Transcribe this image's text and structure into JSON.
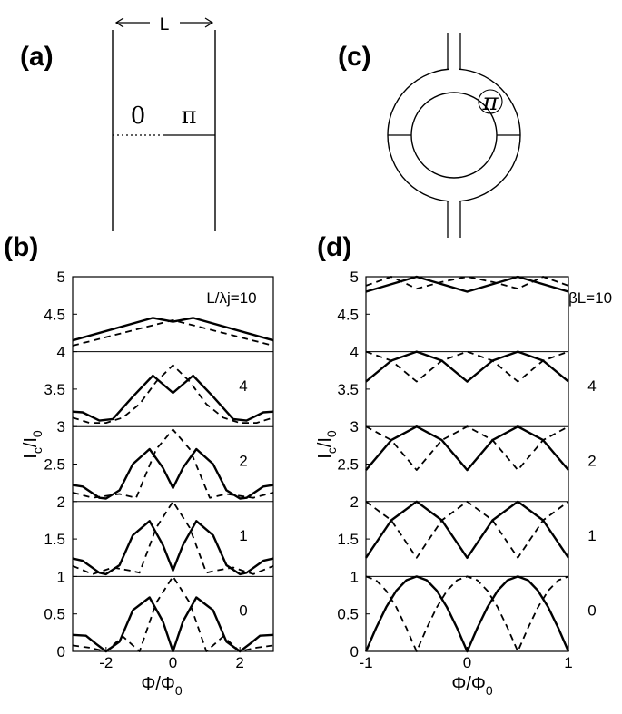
{
  "panel_labels": {
    "a": "(a)",
    "b": "(b)",
    "c": "(c)",
    "d": "(d)"
  },
  "diagram_a": {
    "length_label": "L",
    "zero_label": "0",
    "pi_label": "π"
  },
  "diagram_c": {
    "pi_label": "π"
  },
  "colors": {
    "line": "#000000",
    "background": "#ffffff"
  },
  "chart_data": [
    {
      "type": "line",
      "panel": "(b)",
      "xlabel": "Φ/Φ0",
      "ylabel": "Ic/I0",
      "xlim": [
        -3,
        3
      ],
      "ylim": [
        0,
        5
      ],
      "xticks": [
        "-2",
        "0",
        "2"
      ],
      "yticks": [
        "0",
        "0.5",
        "1",
        "1.5",
        "2",
        "2.5",
        "3",
        "3.5",
        "4",
        "4.5",
        "5"
      ],
      "subplots": [
        {
          "label": "L/λj=10",
          "offset": 4,
          "solid": {
            "x": [
              -3,
              -0.6,
              0,
              0.6,
              3
            ],
            "y": [
              0.15,
              0.45,
              0.4,
              0.45,
              0.15
            ]
          },
          "dashed": {
            "x": [
              -3,
              0,
              3
            ],
            "y": [
              0.08,
              0.42,
              0.08
            ]
          }
        },
        {
          "label": "4",
          "offset": 3,
          "solid": {
            "x": [
              -3,
              -2.7,
              -2.2,
              -1.8,
              -1.2,
              -0.6,
              0,
              0.6,
              1.2,
              1.8,
              2.2,
              2.7,
              3
            ],
            "y": [
              0.2,
              0.19,
              0.08,
              0.1,
              0.4,
              0.68,
              0.45,
              0.68,
              0.4,
              0.1,
              0.08,
              0.19,
              0.2
            ]
          },
          "dashed": {
            "x": [
              -3,
              -2.5,
              -2,
              -1.5,
              -1,
              -0.5,
              0,
              0.5,
              1,
              1.5,
              2,
              2.5,
              3
            ],
            "y": [
              0.12,
              0.05,
              0.05,
              0.12,
              0.3,
              0.6,
              0.82,
              0.6,
              0.3,
              0.12,
              0.05,
              0.05,
              0.12
            ]
          }
        },
        {
          "label": "2",
          "offset": 2,
          "solid": {
            "x": [
              -3,
              -2.7,
              -2.2,
              -2,
              -1.6,
              -1.2,
              -0.7,
              -0.3,
              0,
              0.3,
              0.7,
              1.2,
              1.6,
              2,
              2.2,
              2.7,
              3
            ],
            "y": [
              0.22,
              0.2,
              0.05,
              0.04,
              0.15,
              0.5,
              0.7,
              0.45,
              0.18,
              0.45,
              0.7,
              0.5,
              0.15,
              0.04,
              0.05,
              0.2,
              0.22
            ]
          },
          "dashed": {
            "x": [
              -3,
              -2.4,
              -1.6,
              -1.1,
              -0.5,
              0,
              0.5,
              1.1,
              1.6,
              2.4,
              3
            ],
            "y": [
              0.12,
              0.05,
              0.1,
              0.05,
              0.7,
              0.96,
              0.7,
              0.05,
              0.1,
              0.05,
              0.12
            ]
          }
        },
        {
          "label": "1",
          "offset": 1,
          "solid": {
            "x": [
              -3,
              -2.7,
              -2.2,
              -2,
              -1.6,
              -1.2,
              -0.7,
              -0.3,
              0,
              0.3,
              0.7,
              1.2,
              1.6,
              2,
              2.2,
              2.7,
              3
            ],
            "y": [
              0.24,
              0.21,
              0.05,
              0.03,
              0.15,
              0.55,
              0.74,
              0.42,
              0.08,
              0.42,
              0.74,
              0.55,
              0.15,
              0.03,
              0.05,
              0.21,
              0.24
            ]
          },
          "dashed": {
            "x": [
              -3,
              -2.4,
              -1.8,
              -1.3,
              -1,
              -0.5,
              0,
              0.5,
              1,
              1.3,
              1.8,
              2.4,
              3
            ],
            "y": [
              0.14,
              0.03,
              0.12,
              0.08,
              0.05,
              0.65,
              1.0,
              0.65,
              0.05,
              0.08,
              0.12,
              0.03,
              0.14
            ]
          }
        },
        {
          "label": "0",
          "offset": 0,
          "solid": {
            "x": [
              -3,
              -2.6,
              -2.3,
              -2,
              -1.6,
              -1.2,
              -0.7,
              -0.3,
              0,
              0.3,
              0.7,
              1.2,
              1.6,
              2,
              2.3,
              2.6,
              3
            ],
            "y": [
              0.22,
              0.21,
              0.1,
              0.0,
              0.13,
              0.55,
              0.72,
              0.4,
              0.0,
              0.4,
              0.72,
              0.55,
              0.13,
              0.0,
              0.1,
              0.21,
              0.22
            ]
          },
          "dashed": {
            "x": [
              -3,
              -2.5,
              -2,
              -1.5,
              -1,
              -0.5,
              0,
              0.5,
              1,
              1.5,
              2,
              2.5,
              3
            ],
            "y": [
              0.08,
              0.05,
              0.0,
              0.2,
              0.0,
              0.65,
              1.0,
              0.65,
              0.0,
              0.2,
              0.0,
              0.05,
              0.08
            ]
          }
        }
      ]
    },
    {
      "type": "line",
      "panel": "(d)",
      "xlabel": "Φ/Φ0",
      "ylabel": "Ic/I0",
      "xlim": [
        -1,
        1
      ],
      "ylim": [
        0,
        5
      ],
      "xticks": [
        "-1",
        "0",
        "1"
      ],
      "yticks": [
        "0",
        "0.5",
        "1",
        "1.5",
        "2",
        "2.5",
        "3",
        "3.5",
        "4",
        "4.5",
        "5"
      ],
      "subplots": [
        {
          "label": "βL=10",
          "offset": 4,
          "solid": {
            "x": [
              -1,
              -0.5,
              0,
              0.5,
              1
            ],
            "y": [
              0.8,
              1.0,
              0.8,
              1.0,
              0.8
            ]
          },
          "dashed": {
            "x": [
              -1,
              -0.75,
              -0.5,
              -0.25,
              0,
              0.25,
              0.5,
              0.75,
              1
            ],
            "y": [
              0.88,
              1.0,
              0.84,
              0.93,
              1.0,
              0.93,
              0.84,
              1.0,
              0.88
            ]
          }
        },
        {
          "label": "4",
          "offset": 3,
          "solid": {
            "x": [
              -1,
              -0.75,
              -0.5,
              -0.25,
              0,
              0.25,
              0.5,
              0.75,
              1
            ],
            "y": [
              0.6,
              0.88,
              1.0,
              0.88,
              0.6,
              0.88,
              1.0,
              0.88,
              0.6
            ]
          },
          "dashed": {
            "x": [
              -1,
              -0.75,
              -0.5,
              -0.25,
              0,
              0.25,
              0.5,
              0.75,
              1
            ],
            "y": [
              1.0,
              0.88,
              0.6,
              0.88,
              1.0,
              0.88,
              0.6,
              0.88,
              1.0
            ]
          }
        },
        {
          "label": "2",
          "offset": 2,
          "solid": {
            "x": [
              -1,
              -0.75,
              -0.5,
              -0.25,
              0,
              0.25,
              0.5,
              0.75,
              1
            ],
            "y": [
              0.42,
              0.82,
              1.0,
              0.82,
              0.42,
              0.82,
              1.0,
              0.82,
              0.42
            ]
          },
          "dashed": {
            "x": [
              -1,
              -0.75,
              -0.5,
              -0.25,
              0,
              0.25,
              0.5,
              0.75,
              1
            ],
            "y": [
              1.0,
              0.82,
              0.42,
              0.82,
              1.0,
              0.82,
              0.42,
              0.82,
              1.0
            ]
          }
        },
        {
          "label": "1",
          "offset": 1,
          "solid": {
            "x": [
              -1,
              -0.75,
              -0.5,
              -0.25,
              0,
              0.25,
              0.5,
              0.75,
              1
            ],
            "y": [
              0.25,
              0.75,
              1.0,
              0.75,
              0.25,
              0.75,
              1.0,
              0.75,
              0.25
            ]
          },
          "dashed": {
            "x": [
              -1,
              -0.75,
              -0.5,
              -0.25,
              0,
              0.25,
              0.5,
              0.75,
              1
            ],
            "y": [
              1.0,
              0.75,
              0.25,
              0.75,
              1.0,
              0.75,
              0.25,
              0.75,
              1.0
            ]
          }
        },
        {
          "label": "0",
          "offset": 0,
          "solid": {
            "x": [
              -1,
              -0.9,
              -0.8,
              -0.7,
              -0.6,
              -0.5,
              -0.4,
              -0.3,
              -0.2,
              -0.1,
              0,
              0.1,
              0.2,
              0.3,
              0.4,
              0.5,
              0.6,
              0.7,
              0.8,
              0.9,
              1
            ],
            "y": [
              0.0,
              0.31,
              0.59,
              0.81,
              0.95,
              1.0,
              0.95,
              0.81,
              0.59,
              0.31,
              0.0,
              0.31,
              0.59,
              0.81,
              0.95,
              1.0,
              0.95,
              0.81,
              0.59,
              0.31,
              0.0
            ]
          },
          "dashed": {
            "x": [
              -1,
              -0.9,
              -0.8,
              -0.7,
              -0.6,
              -0.5,
              -0.4,
              -0.3,
              -0.2,
              -0.1,
              0,
              0.1,
              0.2,
              0.3,
              0.4,
              0.5,
              0.6,
              0.7,
              0.8,
              0.9,
              1
            ],
            "y": [
              1.0,
              0.95,
              0.81,
              0.59,
              0.31,
              0.0,
              0.31,
              0.59,
              0.81,
              0.95,
              1.0,
              0.95,
              0.81,
              0.59,
              0.31,
              0.0,
              0.31,
              0.59,
              0.81,
              0.95,
              1.0
            ]
          }
        }
      ]
    }
  ]
}
